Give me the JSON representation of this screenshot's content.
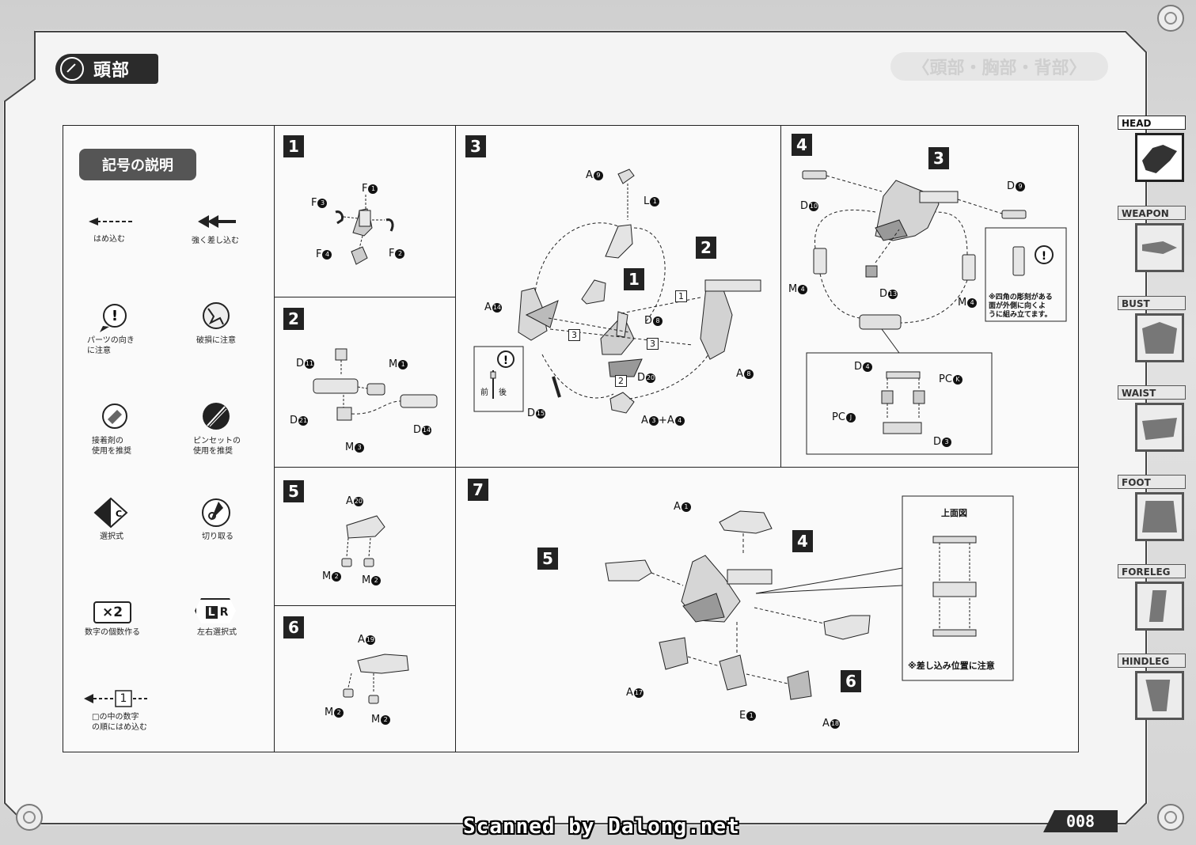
{
  "header": {
    "section_title": "頭部",
    "ghost_title": "〈頭部・胸部・背部〉"
  },
  "legend": {
    "title": "記号の説明",
    "items": [
      {
        "icon": "dashed-arrow-icon",
        "text": "はめ込む"
      },
      {
        "icon": "double-arrow-icon",
        "text": "強く差し込む"
      },
      {
        "icon": "caution-balloon-icon",
        "text": "パーツの向き\nに注意"
      },
      {
        "icon": "breakage-icon",
        "text": "破損に注意"
      },
      {
        "icon": "glue-icon",
        "text": "接着剤の\n使用を推奨"
      },
      {
        "icon": "tweezers-icon",
        "text": "ピンセットの\n使用を推奨"
      },
      {
        "icon": "choice-icon",
        "text": "選択式"
      },
      {
        "icon": "cut-icon",
        "text": "切り取る"
      },
      {
        "icon": "multiply-icon",
        "text": "数字の個数作る",
        "badge": "×2"
      },
      {
        "icon": "left-right-icon",
        "text": "左右選択式",
        "badge_l": "L",
        "badge_r": "R"
      },
      {
        "icon": "order-arrow-icon",
        "text": "□の中の数字\nの順にはめ込む",
        "badge": "1"
      }
    ]
  },
  "steps": {
    "s1": {
      "num": "1",
      "labels": [
        "F",
        "F",
        "F",
        "F"
      ],
      "nums": [
        "1",
        "3",
        "4",
        "2"
      ]
    },
    "s2": {
      "num": "2",
      "labels": [
        "D",
        "M",
        "D",
        "D",
        "M"
      ],
      "nums": [
        "11",
        "1",
        "21",
        "14",
        "3"
      ]
    },
    "s3": {
      "num": "3",
      "labels": [
        "A",
        "L",
        "A",
        "D",
        "D",
        "A",
        "D",
        "A"
      ],
      "nums": [
        "9",
        "1",
        "14",
        "8",
        "20",
        "8",
        "15",
        "3"
      ],
      "plus": "+",
      "a4": "A",
      "a4num": "4",
      "callouts": [
        "1",
        "2"
      ],
      "order": [
        "1",
        "3",
        "3",
        "2"
      ],
      "inset": {
        "front": "前",
        "back": "後"
      }
    },
    "s4": {
      "num": "4",
      "callout": "3",
      "labels": [
        "D",
        "D",
        "M",
        "D",
        "M",
        "D",
        "PC",
        "PC",
        "D"
      ],
      "nums": [
        "9",
        "10",
        "4",
        "13",
        "4",
        "4",
        "K",
        "J",
        "3"
      ],
      "note": "※四角の彫刻がある\n面が外側に向くよ\nうに組み立てます。"
    },
    "s5": {
      "num": "5",
      "labels": [
        "A",
        "M",
        "M"
      ],
      "nums": [
        "20",
        "2",
        "2"
      ]
    },
    "s6": {
      "num": "6",
      "labels": [
        "A",
        "M",
        "M"
      ],
      "nums": [
        "19",
        "2",
        "2"
      ]
    },
    "s7": {
      "num": "7",
      "callouts": [
        "5",
        "4",
        "6"
      ],
      "labels": [
        "A",
        "A",
        "E",
        "A"
      ],
      "nums": [
        "1",
        "17",
        "1",
        "18"
      ],
      "top_view": "上面図",
      "top_note": "※差し込み位置に注意"
    }
  },
  "side_tabs": [
    {
      "name": "HEAD",
      "active": true
    },
    {
      "name": "WEAPON",
      "active": false
    },
    {
      "name": "BUST",
      "active": false
    },
    {
      "name": "WAIST",
      "active": false
    },
    {
      "name": "FOOT",
      "active": false
    },
    {
      "name": "FORELEG",
      "active": false
    },
    {
      "name": "HINDLEG",
      "active": false
    }
  ],
  "footer": {
    "credit": "Scanned by Dalong.net",
    "page": "008"
  }
}
